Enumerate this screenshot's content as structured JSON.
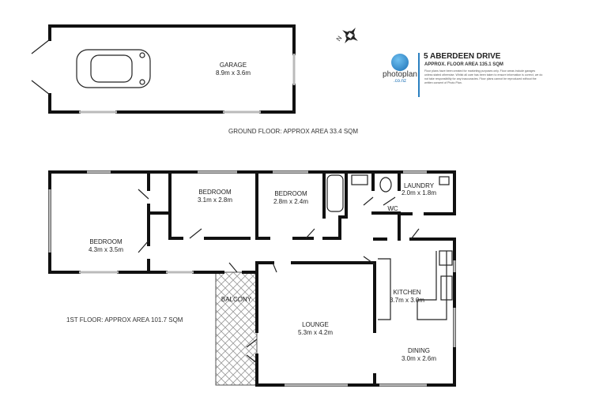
{
  "property": {
    "title": "5 ABERDEEN DRIVE",
    "subtitle": "APPROX. FLOOR AREA 135.1 SQM",
    "disclaimer": "Floor plans have been created for marketing purposes only. Floor areas include garages unless stated otherwise. Whilst all care has been taken to ensure information is correct, we do not take responsibility for any inaccuracies. Floor plans cannot be reproduced without the written consent of Photo Plan."
  },
  "logo": {
    "name": "photoplan",
    "tld": ".co.nz",
    "color": "#1a6fb5"
  },
  "compass": {
    "label": "N"
  },
  "ground_floor": {
    "area_label": "GROUND FLOOR: APPROX AREA 33.4 SQM",
    "rooms": [
      {
        "name": "GARAGE",
        "size": "8.9m x 3.6m"
      }
    ]
  },
  "first_floor": {
    "area_label": "1ST FLOOR: APPROX AREA 101.7 SQM",
    "rooms": [
      {
        "name": "BEDROOM",
        "size": "4.3m x 3.5m"
      },
      {
        "name": "BEDROOM",
        "size": "3.1m x 2.8m"
      },
      {
        "name": "BEDROOM",
        "size": "2.8m x 2.4m"
      },
      {
        "name": "LAUNDRY",
        "size": "2.0m x 1.8m"
      },
      {
        "name": "WC",
        "size": ""
      },
      {
        "name": "KITCHEN",
        "size": "3.7m x 3.0m"
      },
      {
        "name": "LOUNGE",
        "size": "5.3m x 4.2m"
      },
      {
        "name": "DINING",
        "size": "3.0m x 2.6m"
      },
      {
        "name": "BALCONY",
        "size": ""
      }
    ]
  }
}
